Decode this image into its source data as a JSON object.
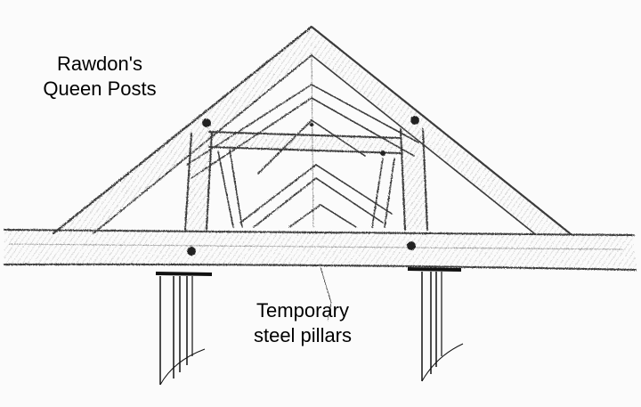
{
  "labels": {
    "queen_posts_line1": "Rawdon's",
    "queen_posts_line2": "Queen Posts",
    "pillars_line1": "Temporary",
    "pillars_line2": "steel pillars"
  }
}
